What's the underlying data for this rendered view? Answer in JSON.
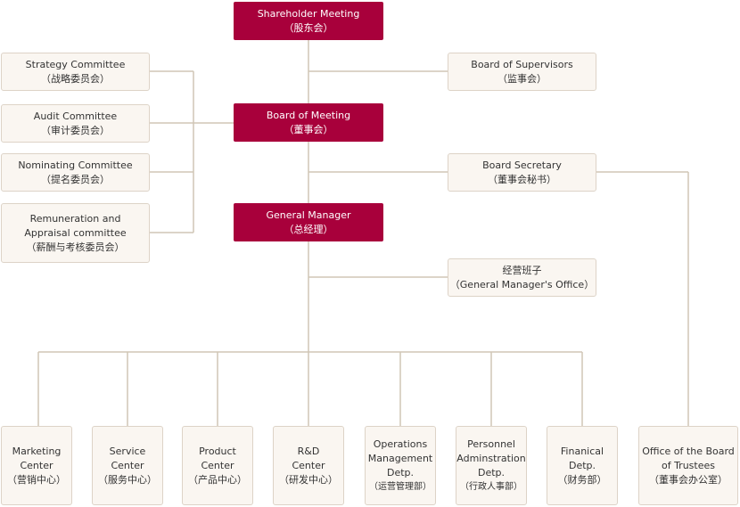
{
  "colors": {
    "primary": "#a8003b",
    "node_fill": "#faf6f1",
    "node_border": "#ddd3c7",
    "connector": "#d0c6b6"
  },
  "nodes": {
    "shareholder": {
      "line1": "Shareholder Meeting",
      "line2": "（股东会）"
    },
    "board_meeting": {
      "line1": "Board of Meeting",
      "line2": "（董事会）"
    },
    "general_manager": {
      "line1": "General Manager",
      "line2": "（总经理）"
    },
    "strategy": {
      "line1": "Strategy Committee",
      "line2": "（战略委员会）"
    },
    "audit": {
      "line1": "Audit  Committee",
      "line2": "（审计委员会）"
    },
    "nominating": {
      "line1": "Nominating  Committee",
      "line2": "（提名委员会）"
    },
    "remuneration": {
      "line1": "Remuneration and",
      "line2": "Appraisal committee",
      "line3": "（薪酬与考核委员会）"
    },
    "supervisors": {
      "line1": "Board of Supervisors",
      "line2": "（监事会）"
    },
    "secretary": {
      "line1": "Board Secretary",
      "line2": "（董事会秘书）"
    },
    "gm_office": {
      "line1": "经营班子",
      "line2": "（General Manager's Office）"
    },
    "marketing": {
      "line1": "Marketing",
      "line2": "Center",
      "line3": "（营销中心）"
    },
    "service": {
      "line1": "Service",
      "line2": "Center",
      "line3": "（服务中心）"
    },
    "product": {
      "line1": "Product",
      "line2": "Center",
      "line3": "（产品中心）"
    },
    "rnd": {
      "line1": "R&D",
      "line2": "Center",
      "line3": "（研发中心）"
    },
    "operations": {
      "line1": "Operations",
      "line2": "Management",
      "line3": "Detp.",
      "line4": "（运营管理部）"
    },
    "personnel": {
      "line1": "Personnel",
      "line2": "Adminstration",
      "line3": "Detp.",
      "line4": "（行政人事部）"
    },
    "financial": {
      "line1": "Finanical",
      "line2": "Detp.",
      "line3": "（财务部）"
    },
    "trustees_office": {
      "line1": "Office of the Board",
      "line2": "of Trustees",
      "line3": "（董事会办公室）"
    }
  }
}
